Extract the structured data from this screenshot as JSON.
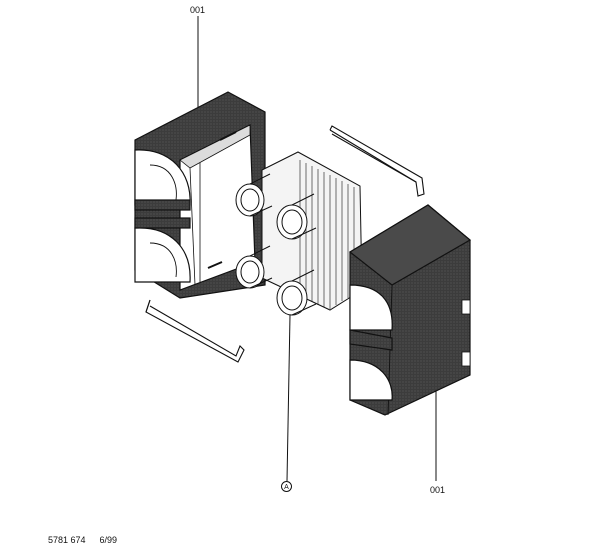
{
  "callouts": {
    "top_label": "001",
    "right_label": "001",
    "center_marker": "A"
  },
  "footer": {
    "part_number": "5781 674",
    "date": "6/99"
  },
  "colors": {
    "ink": "#111111",
    "insulation_dark": "#3c3c3c",
    "paper": "#ffffff"
  }
}
